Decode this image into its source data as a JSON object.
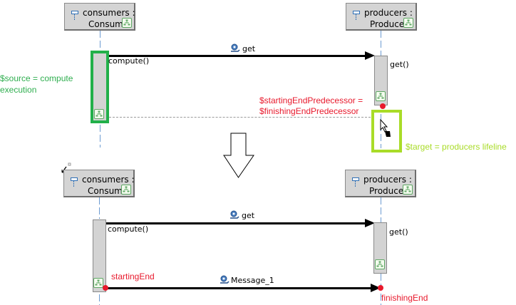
{
  "top_diagram": {
    "consumers_lifeline": {
      "name_line1": "consumers :",
      "name_line2": "Consume"
    },
    "producers_lifeline": {
      "name_line1": "producers :",
      "name_line2": "Produce"
    },
    "call_message": {
      "label": "get"
    },
    "consumer_execution_label": "compute()",
    "producer_execution_label": "get()",
    "source_annotation": [
      "$source = compute",
      "execution"
    ],
    "predecessor_annotation": [
      "$startingEndPredecessor =",
      "$finishingEndPredecessor"
    ],
    "target_annotation": "$target = producers lifeline"
  },
  "bottom_diagram": {
    "consumers_lifeline": {
      "name_line1": "consumers :",
      "name_line2": "Consume"
    },
    "producers_lifeline": {
      "name_line1": "producers :",
      "name_line2": "Produce"
    },
    "call_message": {
      "label": "get"
    },
    "consumer_execution_label": "compute()",
    "producer_execution_label": "get()",
    "new_message": {
      "label": "Message_1"
    },
    "starting_end_label": "startingEnd",
    "finishing_end_label": "finishingEnd"
  },
  "colors": {
    "source_highlight": "#22b04a",
    "target_highlight": "#a9dc28",
    "annotation_red": "#e8192c",
    "lifeline_dash": "#6c9bd2"
  }
}
